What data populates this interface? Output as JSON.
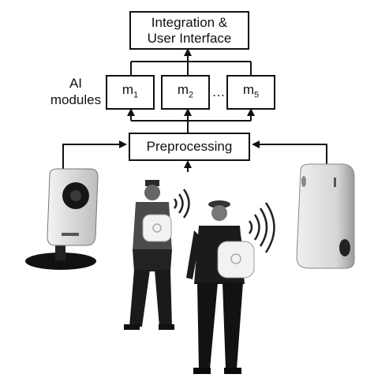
{
  "diagram": {
    "integration_box": {
      "line1": "Integration &",
      "line2": "User Interface"
    },
    "ai_modules_label": {
      "line1": "AI",
      "line2": "modules"
    },
    "modules": [
      {
        "base": "m",
        "sub": "1"
      },
      {
        "base": "m",
        "sub": "2"
      },
      {
        "base": "m",
        "sub": "5"
      }
    ],
    "ellipsis": "…",
    "preprocessing_box": "Preprocessing"
  },
  "devices": {
    "left_camera": "network camera",
    "right_sensor": "wall-mounted sensor",
    "wearable_sensors": "body-worn sensors with wireless signal"
  },
  "colors": {
    "stroke": "#111111",
    "background": "#ffffff"
  }
}
